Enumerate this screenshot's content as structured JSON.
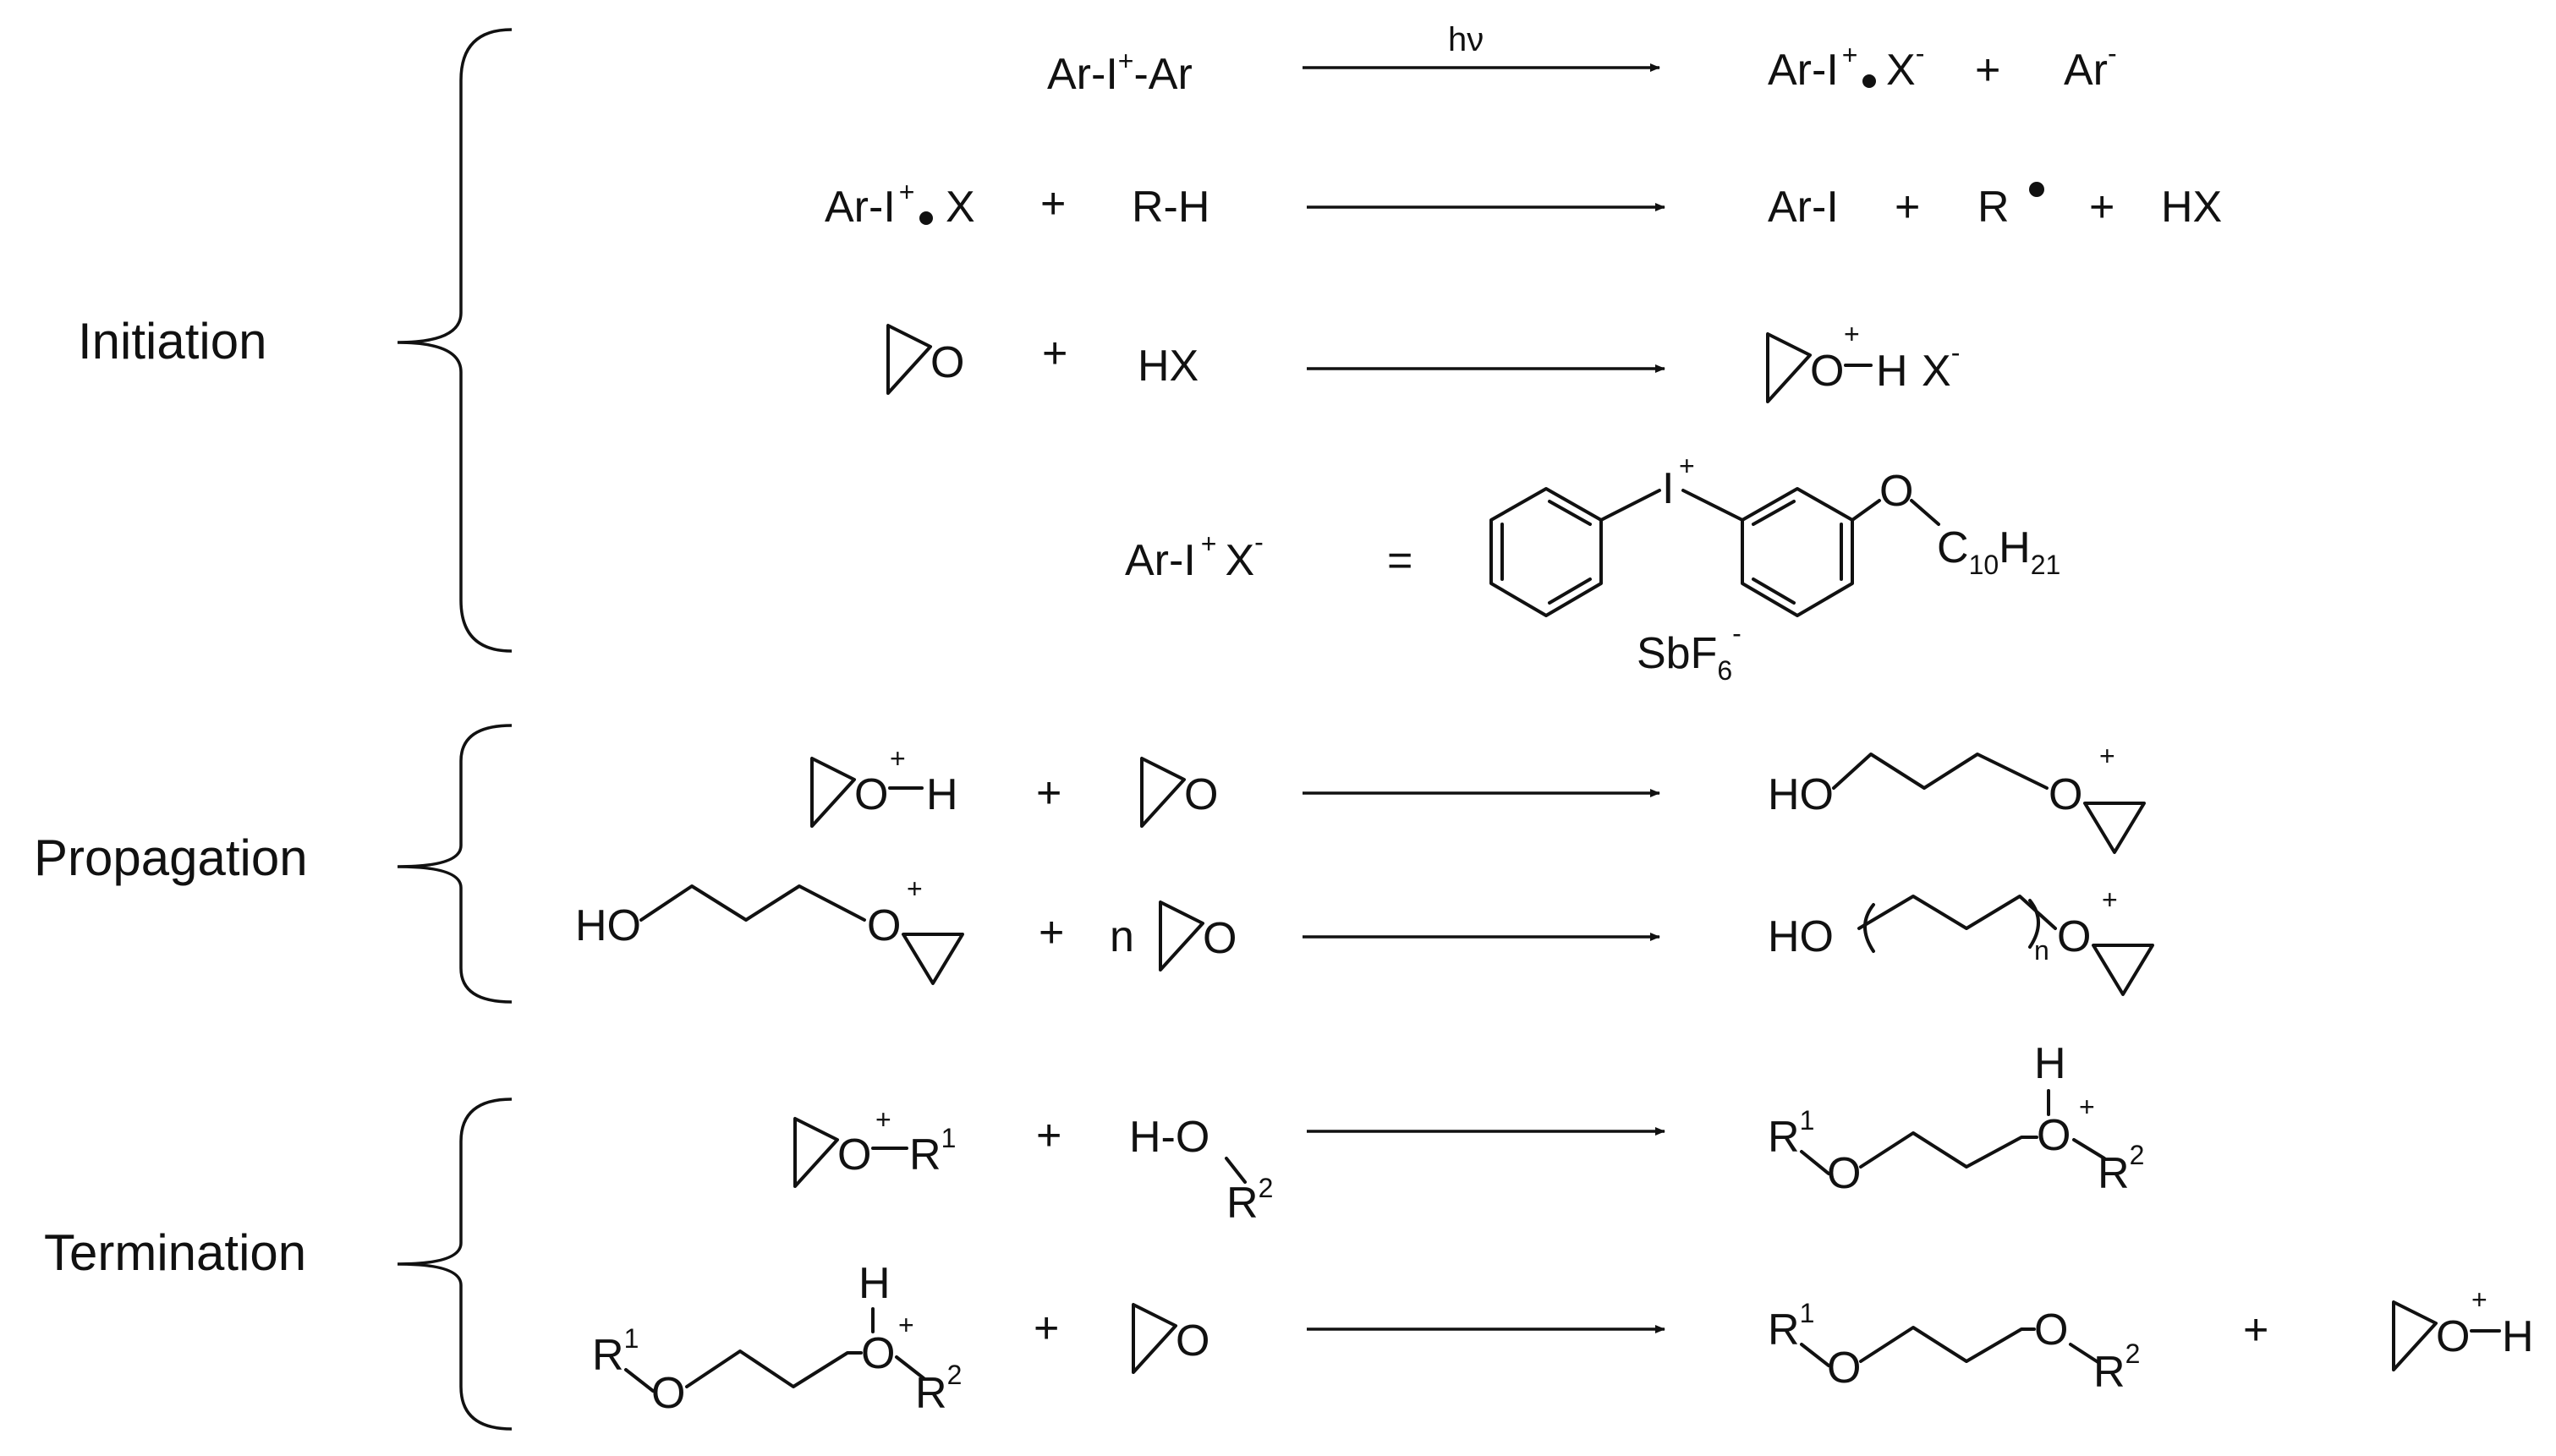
{
  "stages": {
    "initiation": "Initiation",
    "propagation": "Propagation",
    "termination": "Termination"
  },
  "symbols": {
    "plus": "+",
    "minus": "-",
    "equals": "=",
    "light": "hν"
  },
  "species": {
    "ar_i_ar": "Ar-I",
    "ar_end": "-Ar",
    "ar_i": "Ar-I",
    "x": "X",
    "ar": "Ar",
    "r_h": "R-H",
    "ar_i_neutral": "Ar-I",
    "r": "R",
    "hx": "HX",
    "h": "H",
    "ho": "HO",
    "n": "n",
    "o": "O",
    "r1": "R",
    "r2": "R",
    "one": "1",
    "two": "2",
    "h_o": "H-O",
    "i": "I",
    "c10h21_c": "C",
    "c10h21_10": "10",
    "c10h21_h": "H",
    "c10h21_21": "21",
    "sbf": "SbF",
    "six": "6"
  }
}
